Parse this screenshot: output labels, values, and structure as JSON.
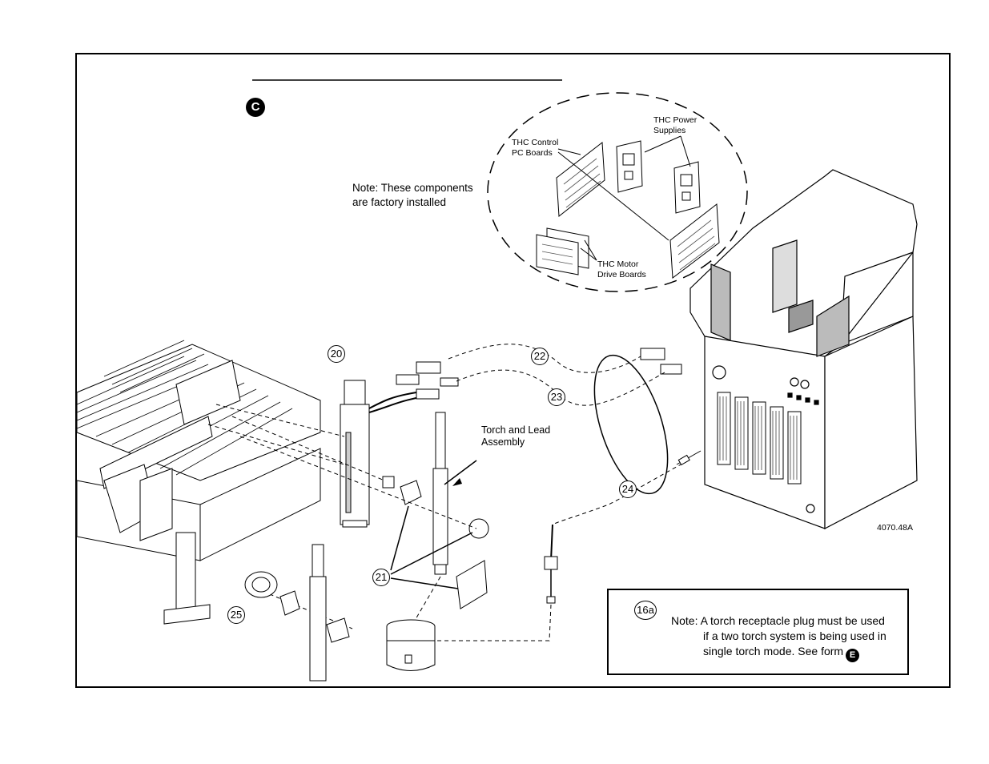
{
  "section_badge": "C",
  "note_factory": {
    "line1": "Note: These components",
    "line2": "are factory installed"
  },
  "labels": {
    "thc_control_line1": "THC Control",
    "thc_control_line2": "PC Boards",
    "thc_power_line1": "THC Power",
    "thc_power_line2": "Supplies",
    "thc_motor_line1": "THC Motor",
    "thc_motor_line2": "Drive Boards",
    "torch_line1": "Torch and Lead",
    "torch_line2": "Assembly",
    "figure_number": "4070.48A"
  },
  "callouts": {
    "c20": "20",
    "c21": "21",
    "c22": "22",
    "c23": "23",
    "c24": "24",
    "c25": "25",
    "c16a": "16a"
  },
  "torch_note": {
    "line1": "Note: A torch receptacle plug must be used",
    "line2": "if a two torch system is being used in",
    "line3": "single torch mode. See form",
    "form_badge": "E"
  }
}
